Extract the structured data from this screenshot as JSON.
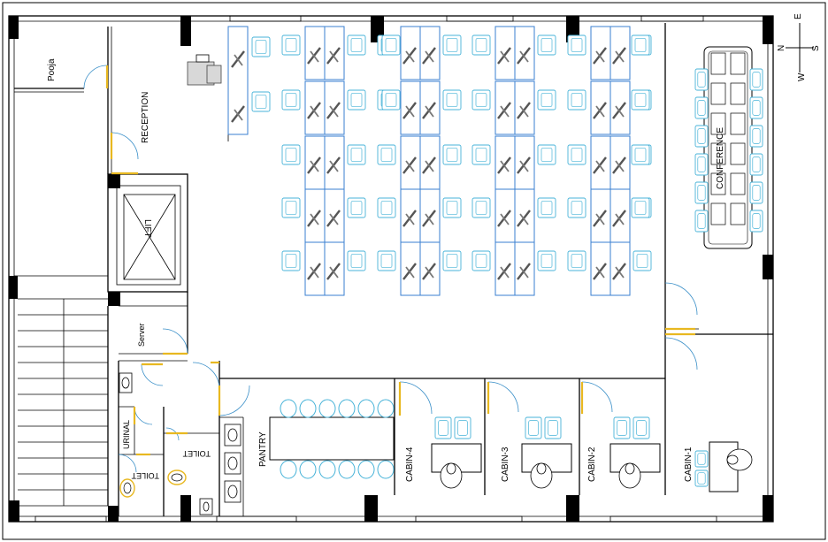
{
  "rooms": {
    "pooja": "Pooja",
    "reception": "RECEPTION",
    "lift": "LIFT",
    "server": "Server",
    "urinal": "URINAL",
    "toilet_1": "TOILET",
    "toilet_2": "TOILET",
    "pantry": "PANTRY",
    "conference": "CONFERENCE",
    "cabin_1": "CABIN-1",
    "cabin_2": "CABIN-2",
    "cabin_3": "CABIN-3",
    "cabin_4": "CABIN-4"
  },
  "compass": {
    "north": "N",
    "east": "E",
    "south": "S",
    "west": "W"
  },
  "colors": {
    "walls": "#000000",
    "workstation_lines": "#3a7fd0",
    "chairs": "#47b3d8",
    "door_leaves": "#e8b820"
  },
  "icons": {
    "workstation": "workstation-icon",
    "chair": "chair-icon",
    "door": "door-icon",
    "toilet": "toilet-icon",
    "washbasin": "washbasin-icon",
    "compass": "compass-icon"
  }
}
